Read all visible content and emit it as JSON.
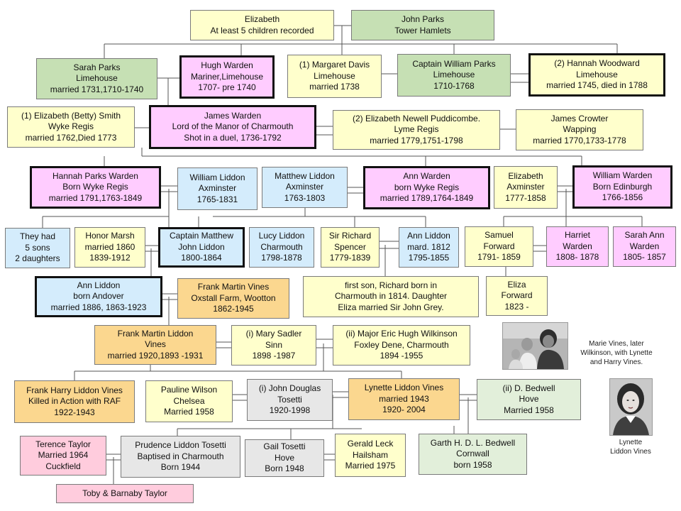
{
  "colors": {
    "yellow": "#ffffcc",
    "green": "#c6e0b4",
    "pink": "#ffccff",
    "blue": "#d4ecfc",
    "orange": "#fbd78f",
    "gray": "#e7e7e7",
    "light_green": "#e2efda",
    "rose": "#ffccdd",
    "connector": "#555555"
  },
  "persons": [
    {
      "id": "elizabeth",
      "lines": [
        "Elizabeth",
        "At least 5 children recorded"
      ],
      "color": "yellow",
      "thick": false
    },
    {
      "id": "john-parks",
      "lines": [
        "John Parks",
        "Tower Hamlets"
      ],
      "color": "green",
      "thick": false
    },
    {
      "id": "sarah-parks",
      "lines": [
        "Sarah Parks",
        "Limehouse",
        "married 1731,1710-1740"
      ],
      "color": "green",
      "thick": false
    },
    {
      "id": "hugh-warden",
      "lines": [
        "Hugh Warden",
        "Mariner,Limehouse",
        "1707- pre 1740"
      ],
      "color": "pink",
      "thick": true
    },
    {
      "id": "margaret-davis",
      "lines": [
        "(1) Margaret Davis",
        "Limehouse",
        "married 1738"
      ],
      "color": "yellow",
      "thick": false
    },
    {
      "id": "william-parks",
      "lines": [
        "Captain William Parks",
        "Limehouse",
        "1710-1768"
      ],
      "color": "green",
      "thick": false
    },
    {
      "id": "hannah-woodward",
      "lines": [
        "(2) Hannah Woodward",
        "Limehouse",
        "married 1745, died in 1788"
      ],
      "color": "yellow",
      "thick": true
    },
    {
      "id": "elizabeth-smith",
      "lines": [
        "(1) Elizabeth (Betty) Smith",
        "Wyke Regis",
        "married 1762,Died 1773"
      ],
      "color": "yellow",
      "thick": false
    },
    {
      "id": "james-warden",
      "lines": [
        "James Warden",
        "Lord of the Manor of Charmouth",
        "Shot in a duel, 1736-1792"
      ],
      "color": "pink",
      "thick": true
    },
    {
      "id": "elizabeth-puddicombe",
      "lines": [
        "(2) Elizabeth Newell Puddicombe.",
        "Lyme Regis",
        "married 1779,1751-1798"
      ],
      "color": "yellow",
      "thick": false
    },
    {
      "id": "james-crowter",
      "lines": [
        "James Crowter",
        "Wapping",
        "married 1770,1733-1778"
      ],
      "color": "yellow",
      "thick": false
    },
    {
      "id": "hannah-parks-warden",
      "lines": [
        "Hannah Parks Warden",
        "Born Wyke Regis",
        "married 1791,1763-1849"
      ],
      "color": "pink",
      "thick": true
    },
    {
      "id": "william-liddon",
      "lines": [
        "William Liddon",
        "Axminster",
        "1765-1831"
      ],
      "color": "blue",
      "thick": false
    },
    {
      "id": "matthew-liddon",
      "lines": [
        "Matthew Liddon",
        "Axminster",
        "1763-1803"
      ],
      "color": "blue",
      "thick": false
    },
    {
      "id": "ann-warden",
      "lines": [
        "Ann Warden",
        "born Wyke Regis",
        "married  1789,1764-1849"
      ],
      "color": "pink",
      "thick": true
    },
    {
      "id": "elizabeth-axminster",
      "lines": [
        "Elizabeth",
        "Axminster",
        "1777-1858"
      ],
      "color": "yellow",
      "thick": false
    },
    {
      "id": "william-warden",
      "lines": [
        "William Warden",
        "Born Edinburgh",
        "1766-1856"
      ],
      "color": "pink",
      "thick": true
    },
    {
      "id": "they-had",
      "lines": [
        "They had",
        "5 sons",
        "2 daughters"
      ],
      "color": "blue",
      "thick": false
    },
    {
      "id": "honor-marsh",
      "lines": [
        "Honor Marsh",
        "married 1860",
        "1839-1912"
      ],
      "color": "yellow",
      "thick": false
    },
    {
      "id": "captain-matthew",
      "lines": [
        "Captain Matthew",
        "John Liddon",
        "1800-1864"
      ],
      "color": "blue",
      "thick": true
    },
    {
      "id": "lucy-liddon",
      "lines": [
        "Lucy Liddon",
        "Charmouth",
        "1798-1878"
      ],
      "color": "blue",
      "thick": false
    },
    {
      "id": "richard-spencer",
      "lines": [
        "Sir Richard",
        "Spencer",
        "1779-1839"
      ],
      "color": "yellow",
      "thick": false
    },
    {
      "id": "ann-liddon-1812",
      "lines": [
        "Ann Liddon",
        "mard. 1812",
        "1795-1855"
      ],
      "color": "blue",
      "thick": false
    },
    {
      "id": "samuel-forward",
      "lines": [
        "Samuel",
        "Forward",
        "1791- 1859"
      ],
      "color": "yellow",
      "thick": false
    },
    {
      "id": "harriet-warden",
      "lines": [
        "Harriet",
        "Warden",
        "1808- 1878"
      ],
      "color": "pink",
      "thick": false
    },
    {
      "id": "sarah-ann-warden",
      "lines": [
        "Sarah Ann",
        "Warden",
        "1805- 1857"
      ],
      "color": "pink",
      "thick": false
    },
    {
      "id": "ann-liddon-andover",
      "lines": [
        "Ann Liddon",
        "born Andover",
        "married 1886, 1863-1923"
      ],
      "color": "blue",
      "thick": true
    },
    {
      "id": "frank-martin-vines",
      "lines": [
        "Frank Martin Vines",
        "Oxstall Farm, Wootton",
        "1862-1945"
      ],
      "color": "orange",
      "thick": false
    },
    {
      "id": "spencer-note",
      "lines": [
        "first son, Richard born in",
        "Charmouth in 1814. Daughter",
        "Eliza married Sir John Grey."
      ],
      "color": "yellow",
      "thick": false
    },
    {
      "id": "eliza-forward",
      "lines": [
        "Eliza",
        "Forward",
        "1823 -"
      ],
      "color": "yellow",
      "thick": false
    },
    {
      "id": "frank-martin-liddon-vines",
      "lines": [
        "Frank Martin Liddon",
        "Vines",
        "married 1920,1893 -1931"
      ],
      "color": "orange",
      "thick": false
    },
    {
      "id": "mary-sadler-sinn",
      "lines": [
        "(i) Mary Sadler",
        "Sinn",
        "1898 -1987"
      ],
      "color": "yellow",
      "thick": false
    },
    {
      "id": "eric-wilkinson",
      "lines": [
        "(ii) Major Eric Hugh Wilkinson",
        "Foxley Dene, Charmouth",
        "1894 -1955"
      ],
      "color": "yellow",
      "thick": false
    },
    {
      "id": "frank-harry",
      "lines": [
        "Frank Harry Liddon Vines",
        "Killed in Action with RAF",
        "1922-1943"
      ],
      "color": "orange",
      "thick": false
    },
    {
      "id": "pauline-wilson",
      "lines": [
        "Pauline Wilson",
        "Chelsea",
        "Married 1958"
      ],
      "color": "yellow",
      "thick": false
    },
    {
      "id": "john-tosetti",
      "lines": [
        "(i) John Douglas",
        "Tosetti",
        "1920-1998"
      ],
      "color": "gray",
      "thick": false
    },
    {
      "id": "lynette-vines",
      "lines": [
        "Lynette Liddon Vines",
        "married 1943",
        "1920- 2004"
      ],
      "color": "orange",
      "thick": false
    },
    {
      "id": "d-bedwell",
      "lines": [
        "(ii) D. Bedwell",
        "Hove",
        "Married 1958"
      ],
      "color": "light_green",
      "thick": false
    },
    {
      "id": "terence-taylor",
      "lines": [
        "Terence Taylor",
        "Married 1964",
        "Cuckfield"
      ],
      "color": "rose",
      "thick": false
    },
    {
      "id": "prudence-tosetti",
      "lines": [
        "Prudence Liddon  Tosetti",
        "Baptised in Charmouth",
        "Born 1944"
      ],
      "color": "gray",
      "thick": false
    },
    {
      "id": "gail-tosetti",
      "lines": [
        "Gail Tosetti",
        "Hove",
        "Born 1948"
      ],
      "color": "gray",
      "thick": false
    },
    {
      "id": "gerald-leck",
      "lines": [
        "Gerald Leck",
        "Hailsham",
        "Married 1975"
      ],
      "color": "yellow",
      "thick": false
    },
    {
      "id": "garth-bedwell",
      "lines": [
        "Garth H. D. L. Bedwell",
        "Cornwall",
        "born 1958"
      ],
      "color": "light_green",
      "thick": false
    },
    {
      "id": "toby-barnaby",
      "lines": [
        "Toby & Barnaby Taylor"
      ],
      "color": "rose",
      "thick": false
    }
  ],
  "captions": {
    "family_photo": [
      "Marie Vines, later",
      "Wilkinson, with Lynette",
      "and Harry Vines."
    ],
    "portrait": [
      "Lynette",
      "Liddon Vines"
    ]
  }
}
